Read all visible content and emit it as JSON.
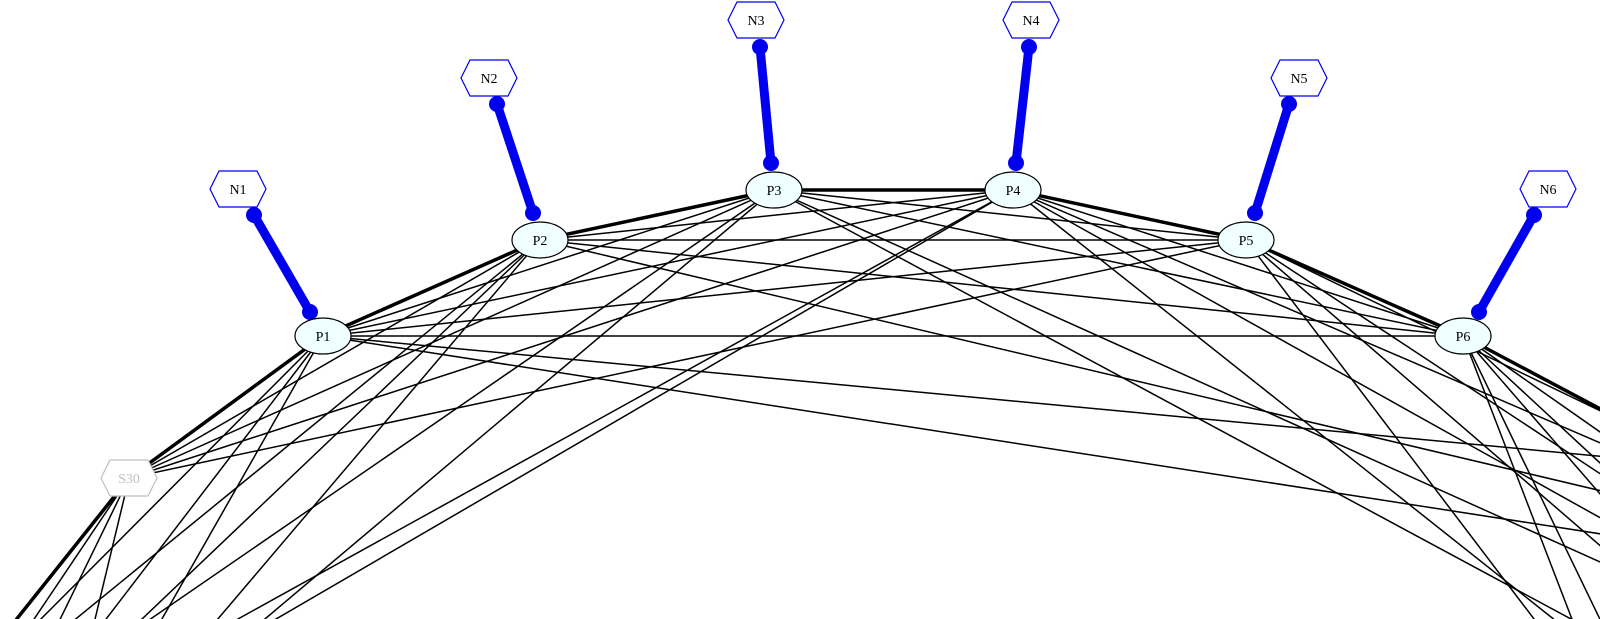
{
  "colors": {
    "background": "#ffffff",
    "edge": "#000000",
    "link": "#0000ee",
    "node_outline": "#000000",
    "node_fill": "#f0ffff",
    "hex_outline": "#0000ee",
    "faded": "#c0c0c0"
  },
  "nodes": {
    "p1": "P1",
    "p2": "P2",
    "p3": "P3",
    "p4": "P4",
    "p5": "P5",
    "p6": "P6",
    "n1": "N1",
    "n2": "N2",
    "n3": "N3",
    "n4": "N4",
    "n5": "N5",
    "n6": "N6",
    "s30": "S30"
  }
}
